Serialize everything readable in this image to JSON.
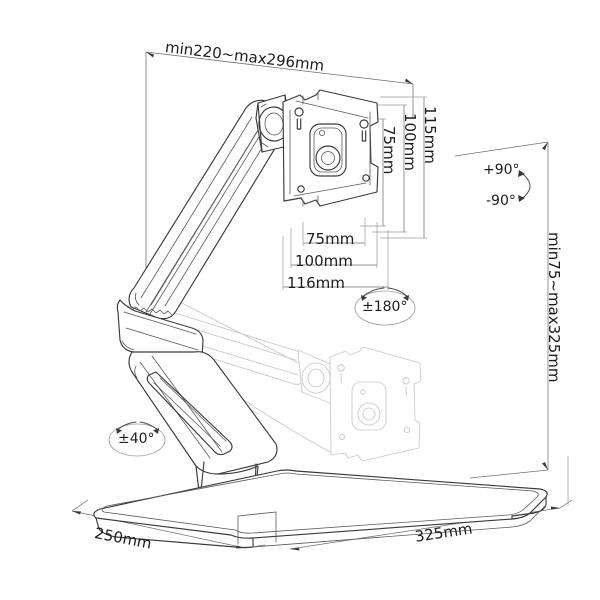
{
  "drawing": {
    "title": "Monitor arm desk stand technical dimension drawing",
    "subject": "gas-spring monitor arm with freestanding base",
    "background_color": "#ffffff",
    "line_color": "#3a3a3a",
    "ghost_line_color": "#c6c6c6",
    "dimension_line_color": "#6f6f6f",
    "text_color": "#1c1c1c"
  },
  "dimensions": {
    "reach_top": "min220~max296mm",
    "height_right": "min75~max325mm",
    "vesa_vertical_inner": "75mm",
    "vesa_vertical_mid": "100mm",
    "vesa_vertical_outer": "115mm",
    "vesa_horizontal_inner": "75mm",
    "vesa_horizontal_mid": "100mm",
    "vesa_horizontal_outer": "116mm",
    "base_depth": "250mm",
    "base_width": "325mm"
  },
  "angles": {
    "tilt_up": "+90°",
    "tilt_down": "-90°",
    "rotation": "±180°",
    "swivel": "±40°"
  },
  "icons": {
    "rotation_180": "rotation-arrow-icon",
    "swivel_40": "rotation-arrow-icon",
    "tilt_90": "tilt-arc-arrow-icon"
  }
}
